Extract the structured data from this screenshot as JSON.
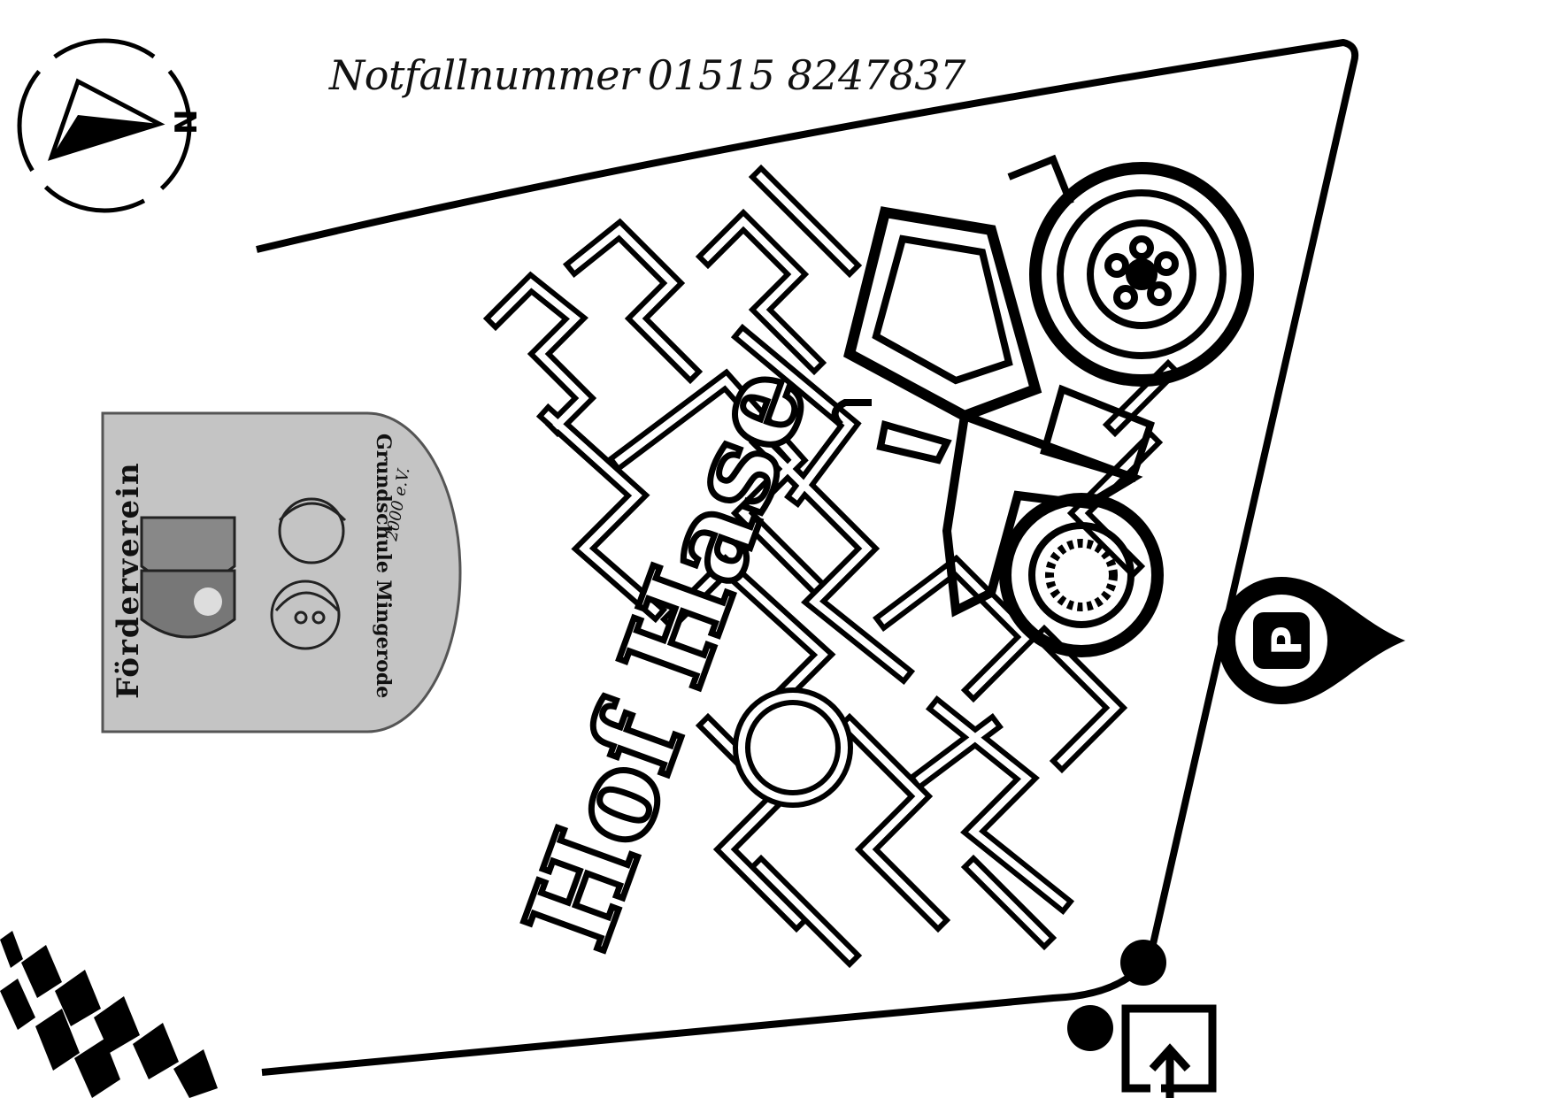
{
  "header": {
    "emergency_label": "Notfallnummer",
    "emergency_number": "01515 8247837"
  },
  "compass": {
    "north_letter": "N",
    "icon": "compass-icon"
  },
  "parking": {
    "letter": "P",
    "icon": "parking-marker-icon"
  },
  "maze": {
    "title": "Hof Hase",
    "icon": "tractor-icon"
  },
  "entrance": {
    "icon": "entrance-arrow-icon"
  },
  "badge": {
    "name": "Förderverein",
    "school": "Grundschule Mingerode",
    "since": "2000 e.V."
  },
  "colors": {
    "ink": "#000000",
    "background": "#ffffff",
    "badge_gray": "#bdbdbd"
  }
}
